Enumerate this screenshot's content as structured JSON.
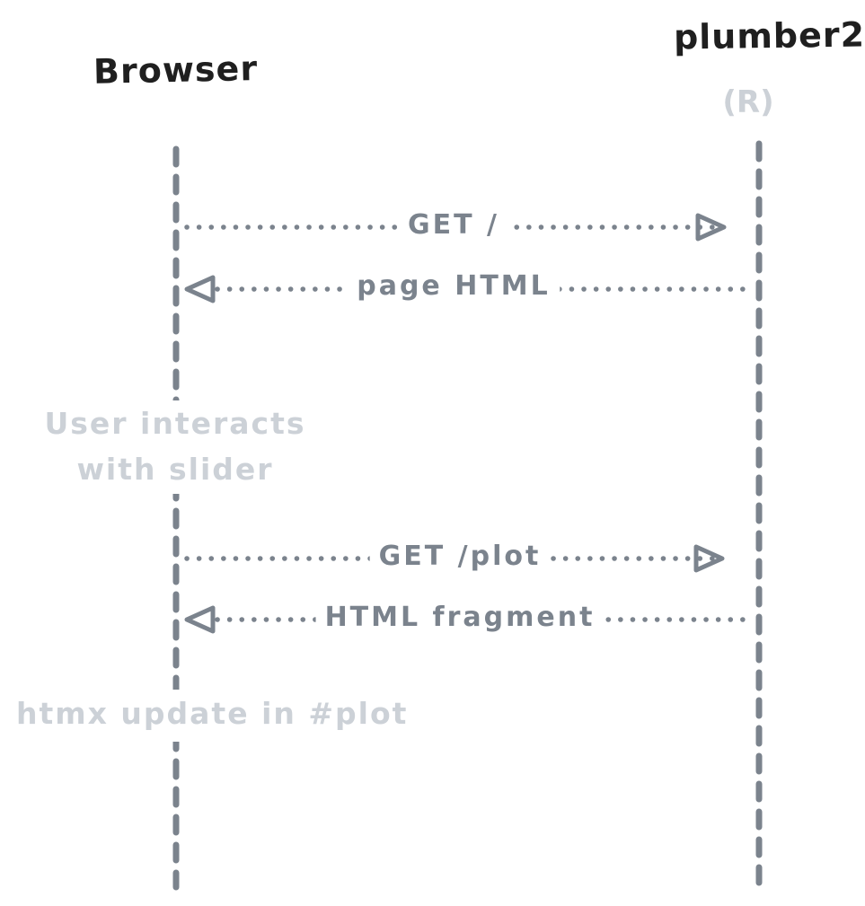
{
  "diagram": {
    "type": "sequence",
    "actors": [
      {
        "name": "Browser",
        "subtitle": ""
      },
      {
        "name": "plumber2",
        "subtitle": "(R)"
      }
    ],
    "messages": [
      {
        "label": "GET /",
        "direction": "right",
        "style": "dotted"
      },
      {
        "label": "page HTML",
        "direction": "left",
        "style": "dotted"
      },
      {
        "label": "GET /plot",
        "direction": "right",
        "style": "dotted"
      },
      {
        "label": "HTML fragment",
        "direction": "left",
        "style": "dotted"
      }
    ],
    "annotations": [
      {
        "text": "User interacts\nwith slider"
      },
      {
        "text": "htmx update in #plot"
      }
    ],
    "colors": {
      "actor_text": "#1f1f1f",
      "line_gray": "#7b838d",
      "muted_gray": "#ccd1d7",
      "background": "#ffffff"
    }
  }
}
